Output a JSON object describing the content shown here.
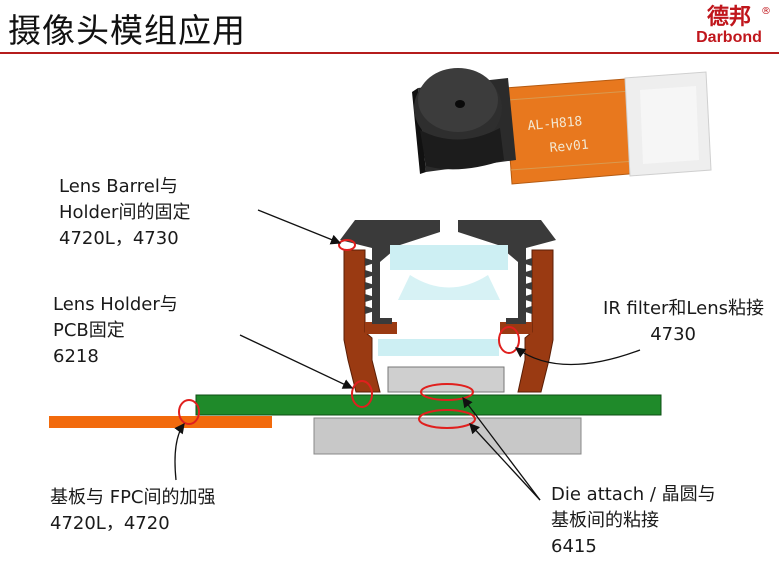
{
  "title": "摄像头模组应用",
  "logo": {
    "chinese": "德邦",
    "english": "Darbond",
    "registered": "®"
  },
  "module_photo": {
    "print_line1": "AL-H818",
    "print_line2": "Rev01"
  },
  "labels": {
    "barrel_holder": {
      "line1": "Lens Barrel与",
      "line2": "Holder间的固定",
      "line3": "4720L，4730"
    },
    "holder_pcb": {
      "line1": "Lens Holder与",
      "line2": "PCB固定",
      "line3": "6218"
    },
    "ir_filter": {
      "line1": "IR filter和Lens粘接",
      "line2": "4730"
    },
    "substrate_fpc": {
      "line1": "基板与 FPC间的加强",
      "line2": "4720L，4720"
    },
    "die_attach": {
      "line1": "Die attach / 晶圆与",
      "line2": "基板间的粘接",
      "line3": "6415"
    }
  },
  "colors": {
    "holder": "#9a3a12",
    "barrel": "#3a3a3a",
    "lens": "#cdeff3",
    "pcb": "#1f8a2a",
    "fpc": "#f26a0c",
    "substrate": "#c8c8c8",
    "highlight": "#e0201e",
    "title_rule": "#b51c1c"
  }
}
